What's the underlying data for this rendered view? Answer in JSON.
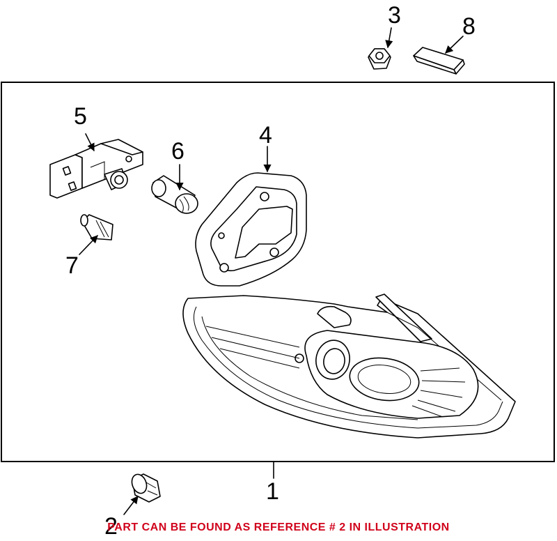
{
  "callouts": {
    "part_1": "1",
    "part_2": "2",
    "part_3": "3",
    "part_4": "4",
    "part_5": "5",
    "part_6": "6",
    "part_7": "7",
    "part_8": "8"
  },
  "footer_note": "PART CAN BE FOUND AS REFERENCE # 2 IN ILLUSTRATION",
  "colors": {
    "note_text": "#d0021b",
    "line_art": "#000000",
    "background": "#ffffff"
  }
}
